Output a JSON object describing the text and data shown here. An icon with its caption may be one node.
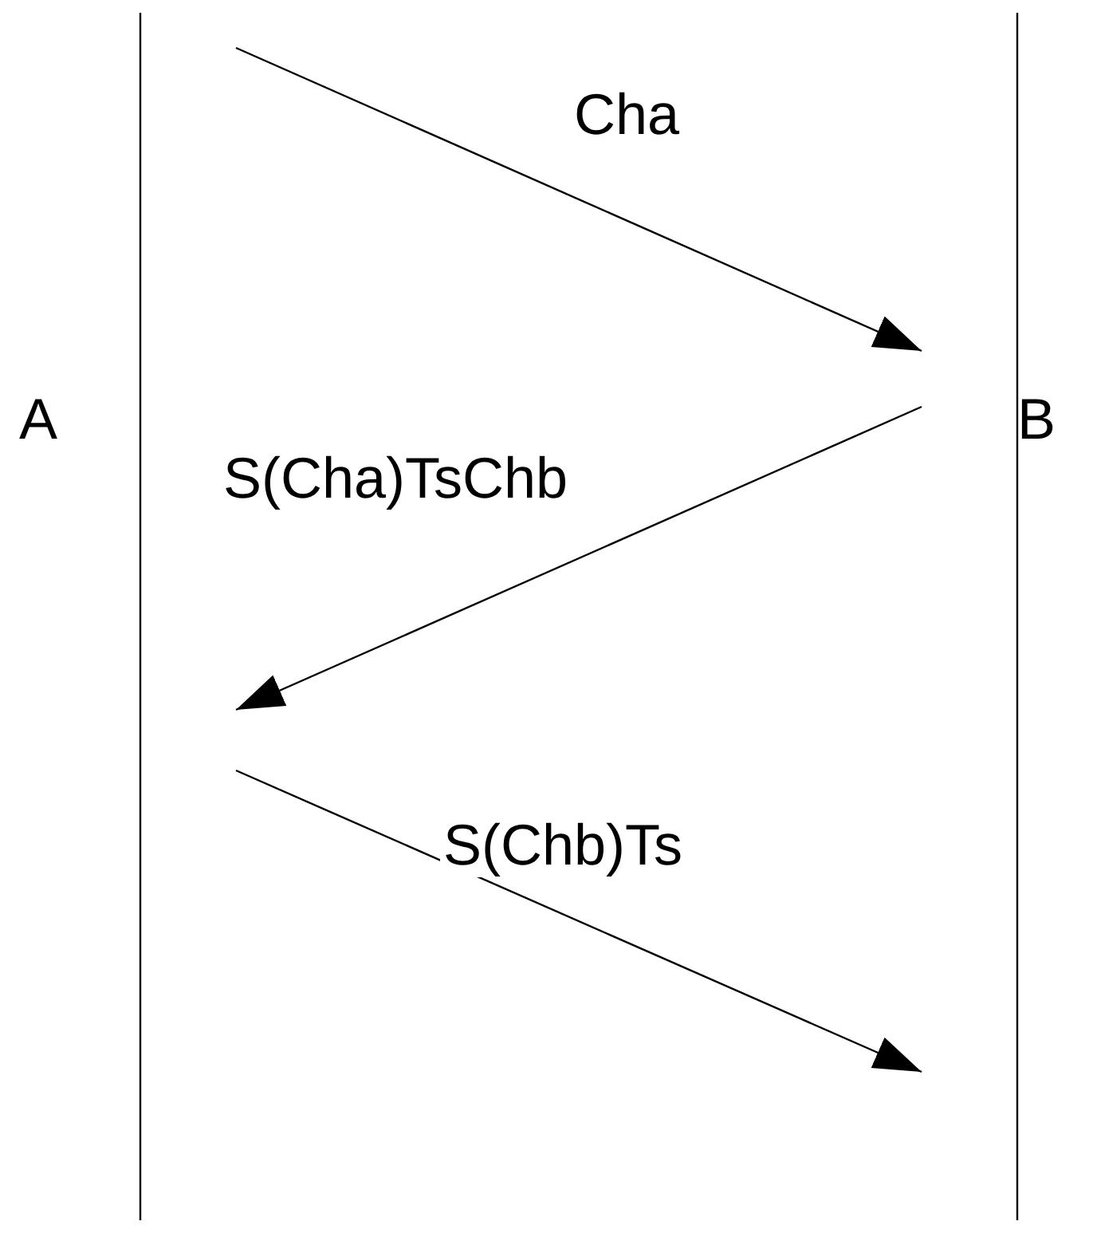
{
  "diagram": {
    "nodes": [
      {
        "text": [
          "A"
        ]
      },
      {
        "text": [
          "B"
        ]
      }
    ],
    "edges": [
      {
        "from": 0,
        "to": 1,
        "arrow": "to",
        "label": "Cha"
      },
      {
        "from": 1,
        "to": 0,
        "arrow": "to",
        "label": "S(Cha)TsChb"
      },
      {
        "from": 0,
        "to": 1,
        "arrow": "to",
        "label": "S(Chb)Ts"
      }
    ]
  }
}
